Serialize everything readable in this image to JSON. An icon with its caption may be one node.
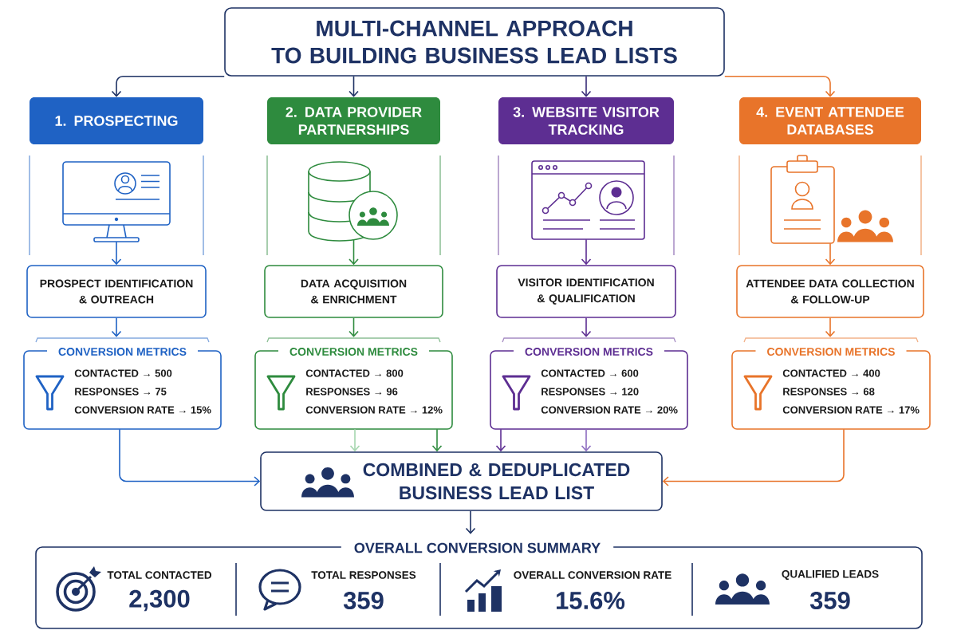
{
  "diagram": {
    "nodes": [
      {
        "text": [
          "MULTI-CHANNEL APPROACH TO BUILDING BUSINESS LEAD LISTS"
        ]
      },
      {
        "text": [
          "1. PROSPECTING"
        ]
      },
      {
        "text": [
          "2. DATA PROVIDER PARTNERSHIPS"
        ]
      },
      {
        "text": [
          "3. WEBSITE VISITOR TRACKING"
        ]
      },
      {
        "text": [
          "4. EVENT ATTENDEE DATABASES"
        ]
      },
      {
        "text": [],
        "shape": "picture"
      },
      {
        "text": [],
        "shape": "picture"
      },
      {
        "text": [],
        "shape": "picture"
      },
      {
        "text": [],
        "shape": "picture"
      },
      {
        "text": [
          "PROSPECT IDENTIFICATION & OUTREACH"
        ]
      },
      {
        "text": [
          "DATA ACQUISITION & ENRICHMENT"
        ]
      },
      {
        "text": [
          "VISITOR IDENTIFICATION & QUALIFICATION"
        ]
      },
      {
        "text": [
          "ATTENDEE DATA COLLECTION & FOLLOW-UP"
        ]
      },
      {
        "text": [
          "CONVERSION METRICS",
          "CONTACTED → 500",
          "RESPONSES → 75",
          "CONVERSION RATE → 15%"
        ]
      },
      {
        "text": [
          "CONVERSION METRICS",
          "CONTACTED → 800",
          "RESPONSES → 96",
          "CONVERSION RATE → 12%"
        ]
      },
      {
        "text": [
          "CONVERSION METRICS",
          "CONTACTED → 600",
          "RESPONSES → 120",
          "CONVERSION RATE → 20%"
        ]
      },
      {
        "text": [
          "CONVERSION METRICS",
          "CONTACTED → 400",
          "RESPONSES → 68",
          "CONVERSION RATE → 17%"
        ]
      },
      {
        "text": [
          "COMBINED & DEDUPLICATED BUSINESS LEAD LIST"
        ]
      },
      {
        "text": [
          "OVERALL CONVERSION SUMMARY"
        ]
      }
    ],
    "edges": [
      {
        "from": 0,
        "to": 1,
        "arrow": "to",
        "color": "#1e3264"
      },
      {
        "from": 0,
        "to": 2,
        "arrow": "to",
        "color": "#1e3264"
      },
      {
        "from": 0,
        "to": 3,
        "arrow": "to",
        "color": "#3a2d78"
      },
      {
        "from": 0,
        "to": 4,
        "arrow": "to",
        "color": "#e8742a"
      },
      {
        "from": 5,
        "to": 9,
        "arrow": "to",
        "color": "#1f62c4"
      },
      {
        "from": 9,
        "to": 13,
        "arrow": "to",
        "color": "#1f62c4"
      },
      {
        "from": 6,
        "to": 10,
        "arrow": "to",
        "color": "#2e8b3e"
      },
      {
        "from": 10,
        "to": 14,
        "arrow": "to",
        "color": "#2e8b3e"
      },
      {
        "from": 7,
        "to": 11,
        "arrow": "to",
        "color": "#5d2e92"
      },
      {
        "from": 11,
        "to": 15,
        "arrow": "to",
        "color": "#5d2e92"
      },
      {
        "from": 8,
        "to": 12,
        "arrow": "to",
        "color": "#e8742a"
      },
      {
        "from": 12,
        "to": 16,
        "arrow": "to",
        "color": "#e8742a"
      },
      {
        "from": 13,
        "to": 17,
        "arrow": "to",
        "color": "#1f62c4"
      },
      {
        "from": 14,
        "to": 17,
        "arrow": "to",
        "color": "#a5d6ae"
      },
      {
        "from": 14,
        "to": 17,
        "arrow": "to",
        "color": "#2e8b3e"
      },
      {
        "from": 15,
        "to": 17,
        "arrow": "to",
        "color": "#5d2e92"
      },
      {
        "from": 15,
        "to": 17,
        "arrow": "to",
        "color": "#8d6cc0"
      },
      {
        "from": 16,
        "to": 17,
        "arrow": "to",
        "color": "#e8742a"
      },
      {
        "from": 17,
        "to": 18,
        "arrow": "to",
        "color": "#1e3264"
      }
    ],
    "labels": [
      "TOTAL CONTACTED",
      "2,300",
      "TOTAL RESPONSES",
      "359",
      "OVERALL CONVERSION RATE",
      "15.6%",
      "QUALIFIED LEADS",
      "359"
    ]
  }
}
